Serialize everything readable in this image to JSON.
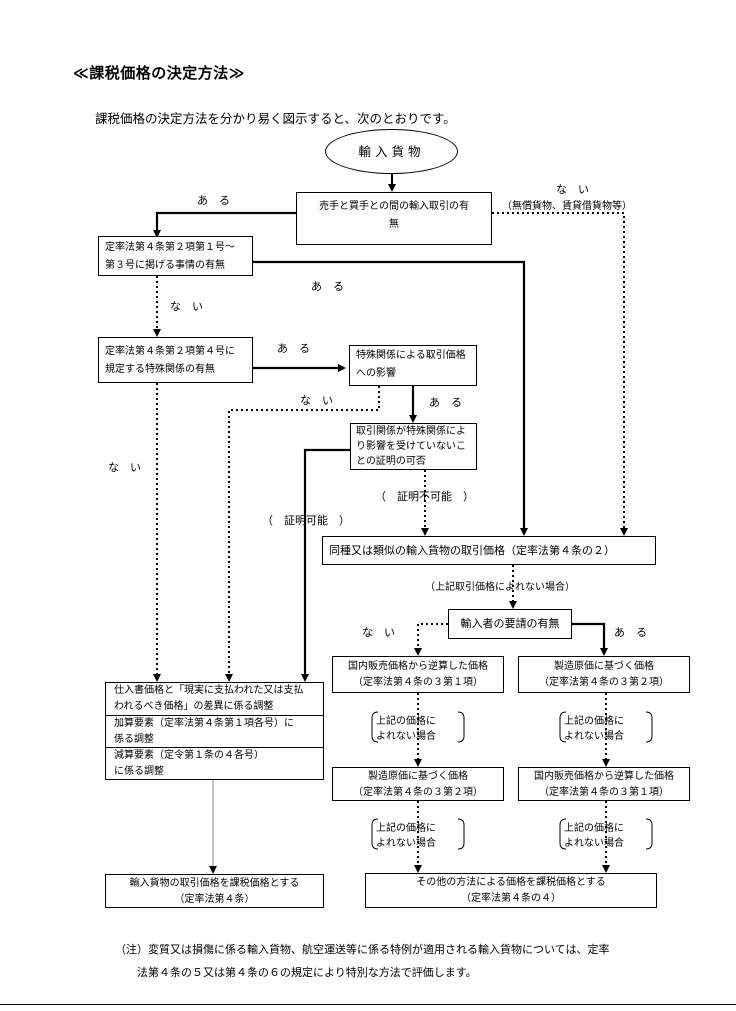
{
  "title": "≪課税価格の決定方法≫",
  "intro": "課税価格の決定方法を分かり易く図示すると、次のとおりです。",
  "nodes": {
    "start": "輸入貨物",
    "q1": [
      "売手と買手との間の輸入取引の有",
      "無"
    ],
    "q2": [
      "定率法第４条第２項第１号～",
      "第３号に掲げる事情の有無"
    ],
    "q3": [
      "定率法第４条第２項第４号に",
      "規定する特殊関係の有無"
    ],
    "q4": [
      "特殊関係による取引価格",
      "への影響"
    ],
    "q5": [
      "取引関係が特殊関係によ",
      "り影響を受けていないこ",
      "との証明の可否"
    ],
    "similar": "同種又は類似の輸入貨物の取引価格（定率法第４条の２）",
    "request": "輸入者の要請の有無",
    "adj1": [
      "仕入書価格と「現実に支払われた又は支払",
      "われるべき価格」の差異に係る調整"
    ],
    "adj2": [
      "加算要素（定率法第４条第１項各号）に",
      "係る調整"
    ],
    "adj3": [
      "減算要素（定令第１条の４各号）",
      "に係る調整"
    ],
    "left1": [
      "国内販売価格から逆算した価格",
      "（定率法第４条の３第１項）"
    ],
    "right1": [
      "製造原価に基づく価格",
      "（定率法第４条の３第２項）"
    ],
    "left2": [
      "製造原価に基づく価格",
      "（定率法第４条の３第２項）"
    ],
    "right2": [
      "国内販売価格から逆算した価格",
      "（定率法第４条の３第１項）"
    ],
    "final1": [
      "輸入貨物の取引価格を課税価格とする",
      "（定率法第４条）"
    ],
    "final2": [
      "その他の方法による価格を課税価格とする",
      "（定率法第４条の４）"
    ]
  },
  "labels": {
    "aru": "あ　る",
    "nai": "な　い",
    "nai_sub": "（無償貨物、賃貸借貨物等）",
    "proof_no": "（　証明不可能　）",
    "proof_ok": "（　証明可能　）",
    "not_usable": "（上記取引価格によれない場合）",
    "fallback": [
      "上記の価格に",
      "よれない場合"
    ]
  },
  "note": [
    "（注）変質又は損傷に係る輸入貨物、航空運送等に係る特例が適用される輸入貨物については、定率",
    "法第４条の５又は第４条の６の規定により特別な方法で評価します。"
  ]
}
